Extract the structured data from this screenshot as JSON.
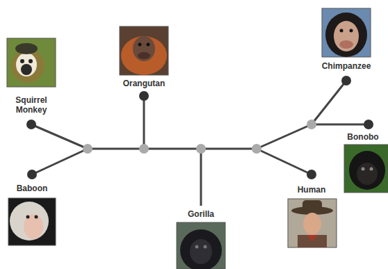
{
  "diagram": {
    "nodes": [
      {
        "text": [
          "Squirrel Monkey"
        ]
      },
      {
        "text": [
          "Orangutan"
        ]
      },
      {
        "text": [
          "Chimpanzee"
        ]
      },
      {
        "text": [
          "Bonobo"
        ]
      },
      {
        "text": [
          "Baboon"
        ]
      },
      {
        "text": [
          "Human"
        ]
      },
      {
        "text": [
          "Gorilla"
        ]
      }
    ]
  }
}
